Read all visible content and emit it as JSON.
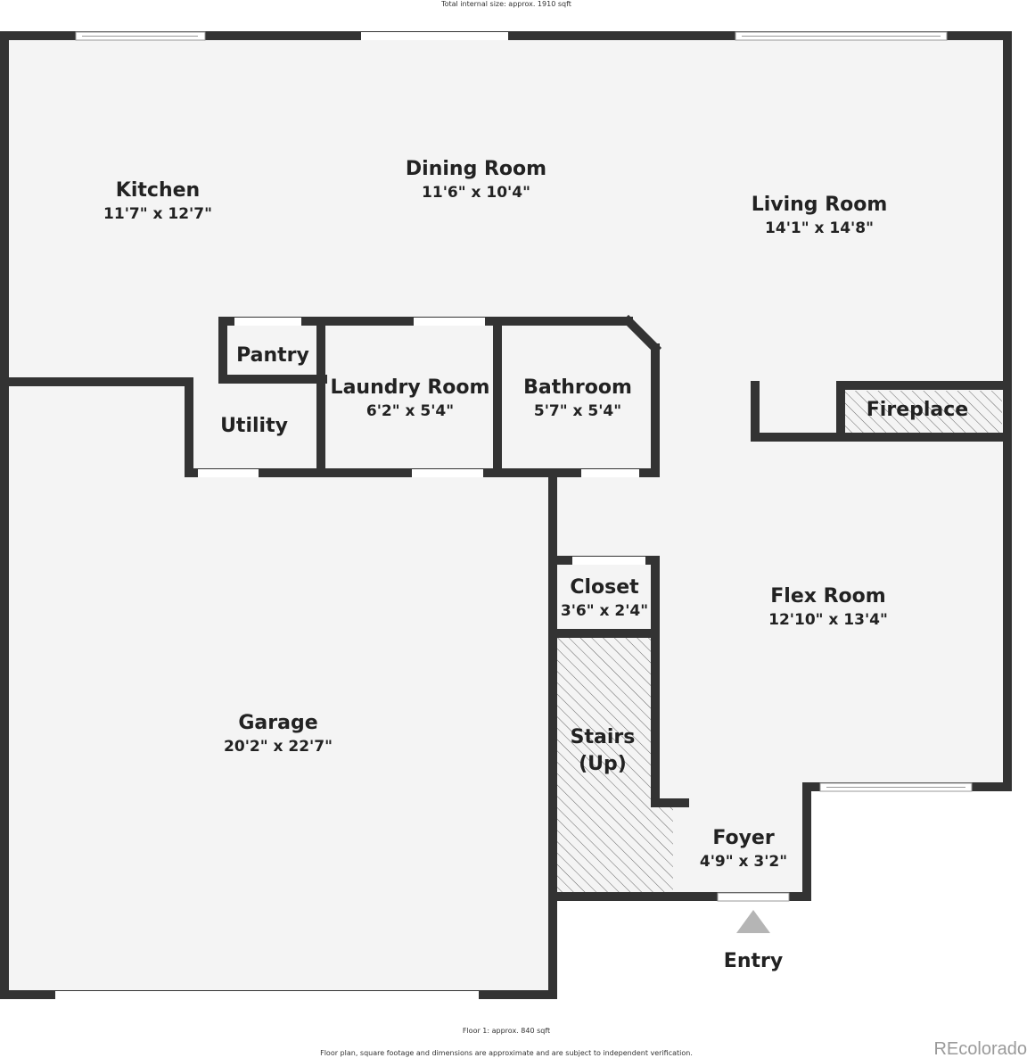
{
  "header": {
    "total_size": "Total internal size: approx. 1910 sqft"
  },
  "rooms": {
    "kitchen": {
      "name": "Kitchen",
      "dims": "11'7\" x 12'7\""
    },
    "dining": {
      "name": "Dining Room",
      "dims": "11'6\" x 10'4\""
    },
    "living": {
      "name": "Living Room",
      "dims": "14'1\" x 14'8\""
    },
    "pantry": {
      "name": "Pantry"
    },
    "utility": {
      "name": "Utility"
    },
    "laundry": {
      "name": "Laundry Room",
      "dims": "6'2\" x 5'4\""
    },
    "bathroom": {
      "name": "Bathroom",
      "dims": "5'7\" x 5'4\""
    },
    "fireplace": {
      "name": "Fireplace"
    },
    "closet": {
      "name": "Closet",
      "dims": "3'6\" x 2'4\""
    },
    "flex": {
      "name": "Flex Room",
      "dims": "12'10\" x 13'4\""
    },
    "garage": {
      "name": "Garage",
      "dims": "20'2\" x 22'7\""
    },
    "stairs": {
      "name_line1": "Stairs",
      "name_line2": "(Up)"
    },
    "foyer": {
      "name": "Foyer",
      "dims": "4'9\" x 3'2\""
    }
  },
  "entry_label": "Entry",
  "footer": {
    "floor_size": "Floor 1: approx. 840 sqft",
    "disclaimer": "Floor plan, square footage and dimensions are approximate and are subject to independent verification.",
    "brand": "REcolorado"
  },
  "colors": {
    "wall": "#333333",
    "floor": "#f4f4f4",
    "window": "#ffffff",
    "entry_marker": "#b5b5b5",
    "hatch": "#555555"
  }
}
